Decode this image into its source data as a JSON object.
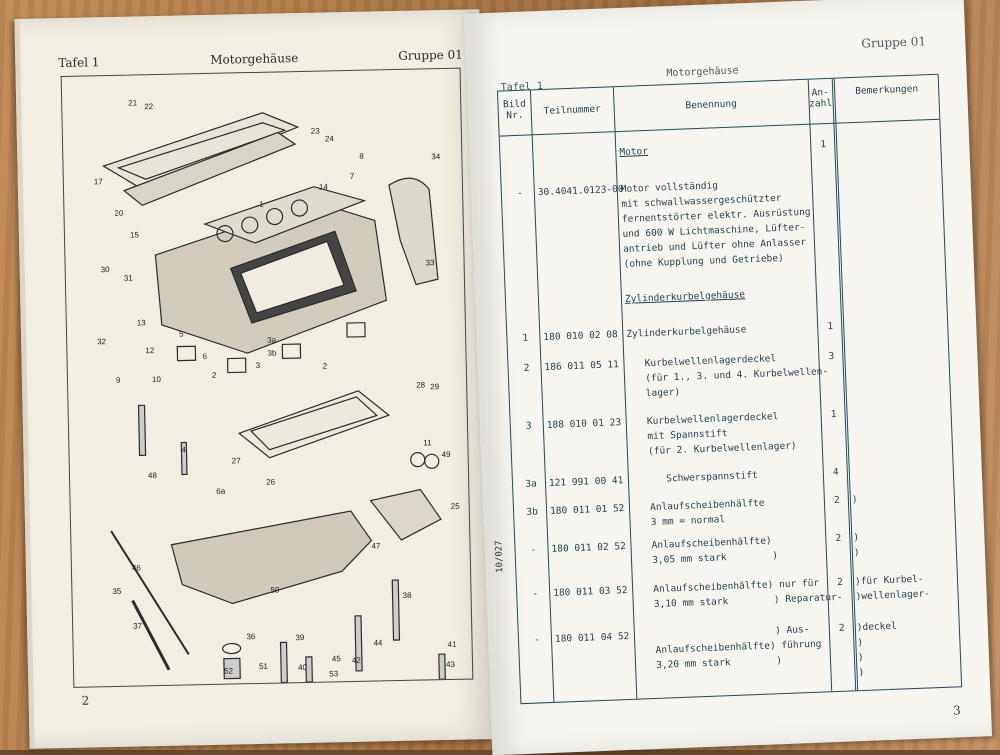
{
  "left_page": {
    "tafel": "Tafel  1",
    "title": "Motorgehäuse",
    "gruppe": "Gruppe 01",
    "page_number": "2",
    "callouts": [
      "21",
      "22",
      "23",
      "24",
      "8",
      "34",
      "17",
      "14",
      "7",
      "20",
      "1",
      "15",
      "30",
      "31",
      "33",
      "13",
      "32",
      "12",
      "3a",
      "3b",
      "5",
      "6",
      "2",
      "3",
      "9",
      "10",
      "2",
      "28",
      "29",
      "4",
      "11",
      "49",
      "27",
      "48",
      "6a",
      "26",
      "25",
      "47",
      "46",
      "38",
      "50",
      "35",
      "37",
      "36",
      "39",
      "44",
      "41",
      "51",
      "52",
      "40",
      "45",
      "42",
      "43",
      "53"
    ]
  },
  "right_page": {
    "tafel": "Tafel  1",
    "title": "Motorgehäuse",
    "gruppe": "Gruppe  01",
    "page_number": "3",
    "margin_note": "10/027",
    "headers": {
      "bild": "Bild\nNr.",
      "teilnummer": "Teilnummer",
      "benennung": "Benennung",
      "anzahl": "An-\nzahl",
      "bemerkungen": "Bemerkungen"
    },
    "rows": [
      {
        "bild": "",
        "teil": "",
        "ben": "Motor",
        "anz": "1",
        "bem": "",
        "underline": true
      },
      {
        "bild": "-",
        "teil": "30.4041.0123-00",
        "ben": "Motor vollständig\nmit schwallwassergeschützter\nfernentstörter elektr. Ausrüstung\nund 600 W Lichtmaschine, Lüfter-\nantrieb und Lüfter ohne Anlasser\n(ohne Kupplung und Getriebe)",
        "anz": "",
        "bem": ""
      },
      {
        "bild": "",
        "teil": "",
        "ben": "Zylinderkurbelgehäuse",
        "anz": "",
        "bem": "",
        "underline": true
      },
      {
        "bild": "1",
        "teil": "180 010 02 08",
        "ben": "Zylinderkurbelgehäuse",
        "anz": "1",
        "bem": ""
      },
      {
        "bild": "2",
        "teil": "186 011 05 11",
        "ben": "   Kurbelwellenlagerdeckel\n   (für 1., 3. und 4. Kurbelwellen-\n   lager)",
        "anz": "3",
        "bem": ""
      },
      {
        "bild": "3",
        "teil": "188 010 01 23",
        "ben": "   Kurbelwellenlagerdeckel\n   mit Spannstift\n   (für 2. Kurbelwellenlager)",
        "anz": "1",
        "bem": ""
      },
      {
        "bild": "3a",
        "teil": "121 991 00 41",
        "ben": "      Schwerspannstift",
        "anz": "4",
        "bem": ""
      },
      {
        "bild": "3b",
        "teil": "180 011 01 52",
        "ben": "   Anlaufscheibenhälfte\n   3 mm = normal",
        "anz": "2",
        "bem": ")"
      },
      {
        "bild": "-",
        "teil": "180 011 02 52",
        "ben": "   Anlaufscheibenhälfte)\n   3,05 mm stark        )",
        "anz": "2",
        "bem": ")\n)"
      },
      {
        "bild": "-",
        "teil": "180 011 03 52",
        "ben": "   Anlaufscheibenhälfte) nur für\n   3,10 mm stark        ) Reparatur-",
        "anz": "2",
        "bem": ")für Kurbel-\n)wellenlager-"
      },
      {
        "bild": "-",
        "teil": "180 011 04 52",
        "ben": "                        ) Aus-\n   Anlaufscheibenhälfte) führung\n   3,20 mm stark        )",
        "anz": "2",
        "bem": ")deckel\n)\n)\n)"
      }
    ]
  }
}
